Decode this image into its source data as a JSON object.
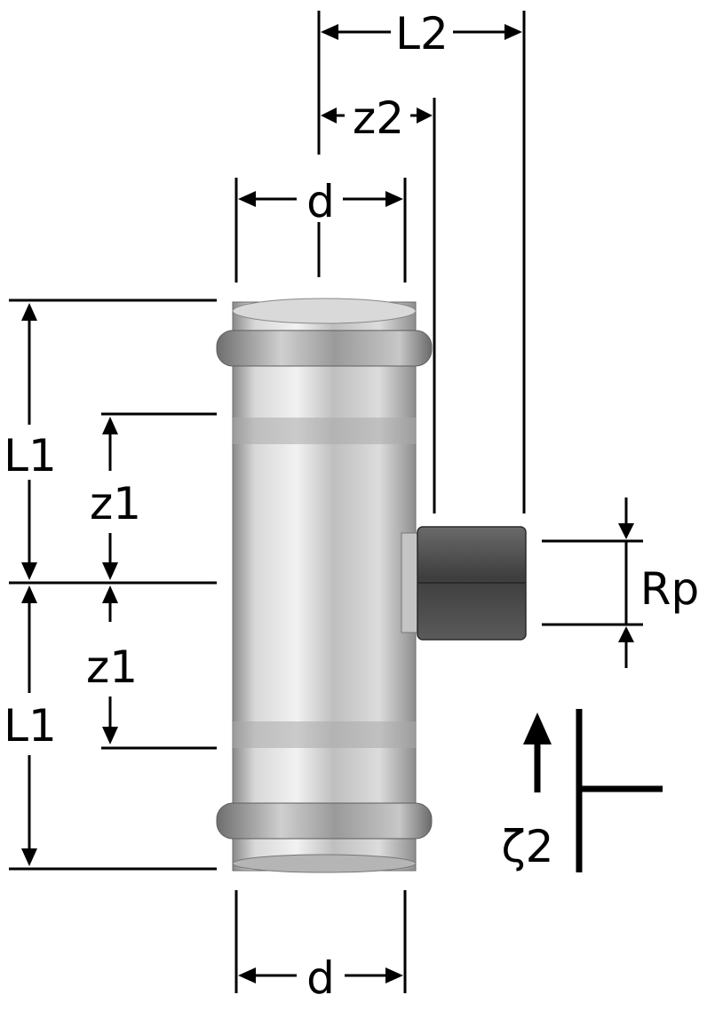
{
  "labels": {
    "L2": "L2",
    "z2": "z2",
    "d_top": "d",
    "L1_upper": "L1",
    "z1_upper": "z1",
    "z1_lower": "z1",
    "L1_lower": "L1",
    "Rp": "Rp",
    "zeta2": "ζ2",
    "d_bottom": "d"
  },
  "colors": {
    "line": "#000000",
    "steel_light": "#e9e9e9",
    "steel_mid": "#bdbdbd",
    "steel_dark": "#7a7a7a",
    "nut": "#4a4a4a"
  }
}
